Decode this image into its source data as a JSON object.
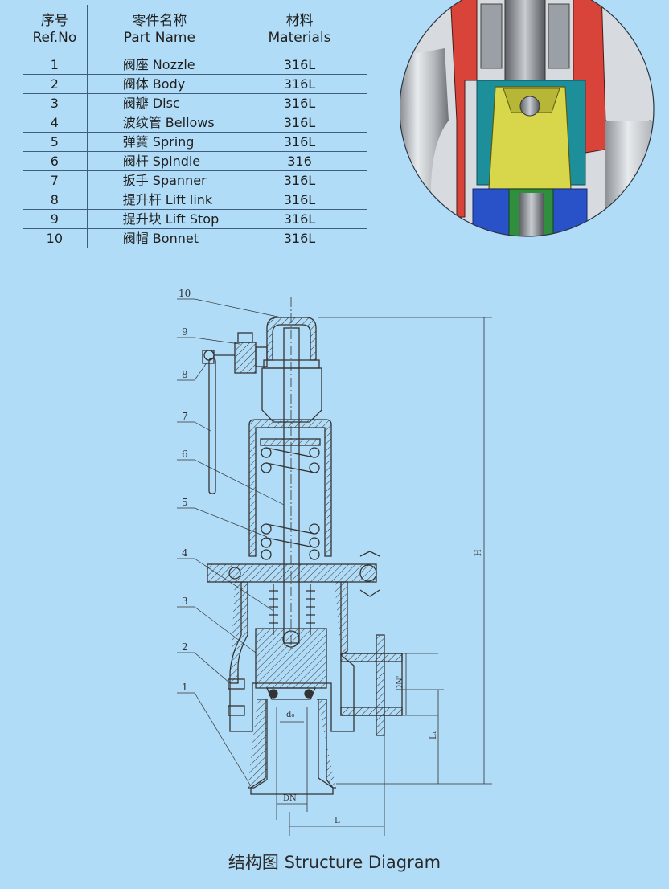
{
  "table": {
    "headers": {
      "no_cn": "序号",
      "no_en": "Ref.No",
      "name_cn": "零件名称",
      "name_en": "Part Name",
      "mat_cn": "材料",
      "mat_en": "Materials"
    },
    "rows": [
      {
        "no": "1",
        "name": "阀座  Nozzle",
        "material": "316L"
      },
      {
        "no": "2",
        "name": "阀体  Body",
        "material": "316L"
      },
      {
        "no": "3",
        "name": "阀瓣  Disc",
        "material": "316L"
      },
      {
        "no": "4",
        "name": "波纹管  Bellows",
        "material": "316L"
      },
      {
        "no": "5",
        "name": "弹簧  Spring",
        "material": "316L"
      },
      {
        "no": "6",
        "name": "阀杆  Spindle",
        "material": "316"
      },
      {
        "no": "7",
        "name": "扳手  Spanner",
        "material": "316L"
      },
      {
        "no": "8",
        "name": "提升杆  Lift link",
        "material": "316L"
      },
      {
        "no": "9",
        "name": "提升块  Lift Stop",
        "material": "316L"
      },
      {
        "no": "10",
        "name": "阀帽  Bonnet",
        "material": "316L"
      }
    ]
  },
  "diagram": {
    "callouts": [
      "10",
      "9",
      "8",
      "7",
      "6",
      "5",
      "4",
      "3",
      "2",
      "1"
    ],
    "dims": {
      "H": "H",
      "DN1": "DN'",
      "L1": "L₁",
      "d0": "d₀",
      "DN": "DN",
      "L": "L"
    }
  },
  "caption": "结构图  Structure Diagram",
  "colors": {
    "background": "#b1dcf7",
    "line": "#3f5d7e",
    "cut_red": "#d8443a",
    "cut_yellow": "#d8d64a",
    "cut_teal": "#1c8f9a",
    "cut_blue": "#2a52c8"
  }
}
